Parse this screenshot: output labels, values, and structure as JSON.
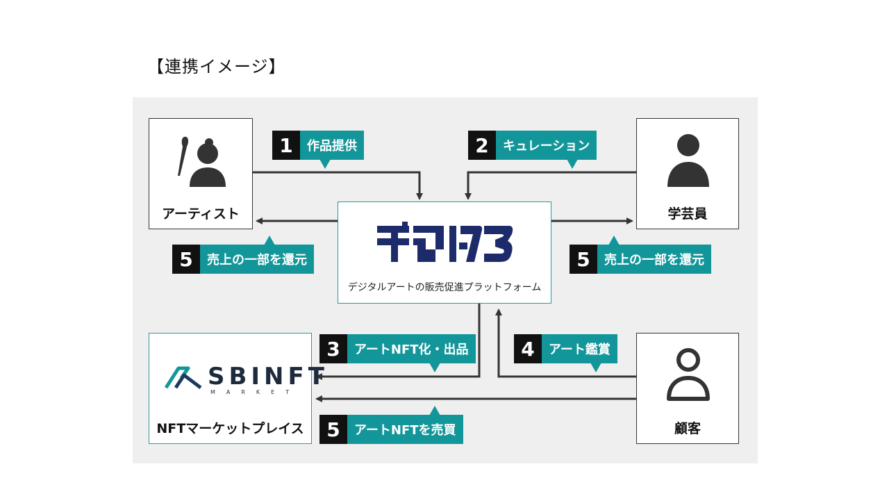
{
  "title": "【連携イメージ】",
  "nodes": {
    "artist": {
      "label": "アーティスト"
    },
    "curator": {
      "label": "学芸員"
    },
    "platform": {
      "logo_text": "デジタルアートの販売促進プラットフォーム"
    },
    "market": {
      "label": "NFTマーケットプレイス",
      "logo_main": "SBINFT",
      "logo_sub": "MARKET"
    },
    "customer": {
      "label": "顧客"
    }
  },
  "steps": [
    {
      "num": "1",
      "text": "作品提供"
    },
    {
      "num": "2",
      "text": "キュレーション"
    },
    {
      "num": "5",
      "text": "売上の一部を還元"
    },
    {
      "num": "5",
      "text": "売上の一部を還元"
    },
    {
      "num": "3",
      "text": "アートNFT化・出品"
    },
    {
      "num": "4",
      "text": "アート鑑賞"
    },
    {
      "num": "5",
      "text": "アートNFTを売買"
    }
  ],
  "colors": {
    "teal": "#13969a",
    "dark": "#111111",
    "panel": "#efefef"
  }
}
